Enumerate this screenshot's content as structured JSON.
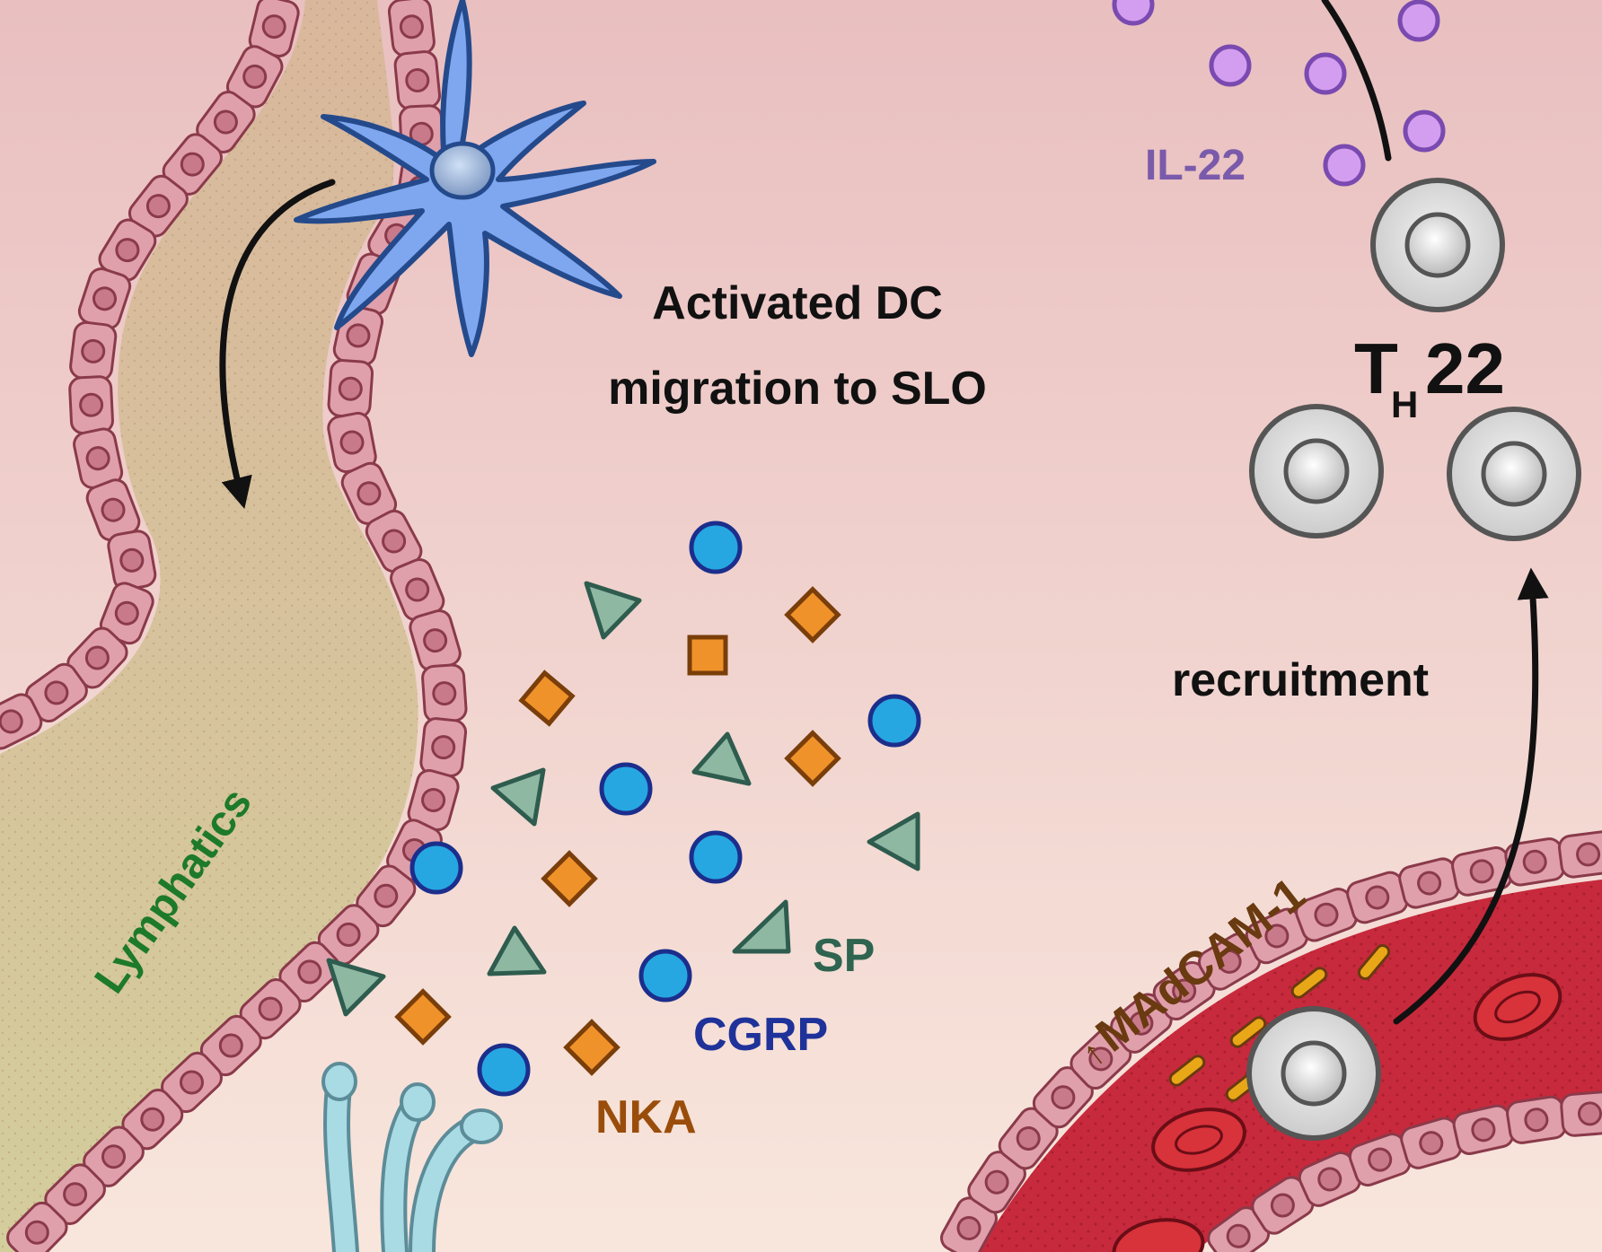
{
  "labels": {
    "dc_migration_line1": "Activated DC",
    "dc_migration_line2": "migration to SLO",
    "il22": "IL-22",
    "th22_main": "T",
    "th22_sub": "H",
    "th22_num": "22",
    "recruitment": "recruitment",
    "lymphatics": "Lymphatics",
    "sp": "SP",
    "cgrp": "CGRP",
    "nka": "NKA",
    "madcam_arrow": "↑",
    "madcam": "MAdCAM-1"
  },
  "colors": {
    "background_top": "#e9bfc0",
    "background_bottom": "#f8e6dc",
    "lymph_fill": "#d5c39a",
    "endothelial_fill": "#dfa0ab",
    "endothelial_stroke": "#8a3a4a",
    "dc_fill": "#7fa7ef",
    "dc_stroke": "#244a8c",
    "il22_fill": "#d49ef0",
    "il22_stroke": "#7a4ab0",
    "il22_text": "#7a5aaa",
    "t_cell_fill": "#d6d6d6",
    "t_cell_stroke": "#555555",
    "cgrp_fill": "#27a7e2",
    "cgrp_stroke": "#1c2e8c",
    "cgrp_text": "#1e3299",
    "sp_fill": "#8fb8a3",
    "sp_stroke": "#2e5c4e",
    "sp_text": "#2e6450",
    "nka_fill": "#f0922a",
    "nka_stroke": "#7a3e0a",
    "nka_text": "#9a4d0a",
    "lymphatics_text": "#1d7a2a",
    "madcam_text": "#6a3a10",
    "vessel_fill": "#c72a3c",
    "rbc_fill": "#d8323a",
    "madcam_fill": "#e8a716",
    "nerve_fill": "#a9dbe5",
    "arrow": "#111111"
  }
}
